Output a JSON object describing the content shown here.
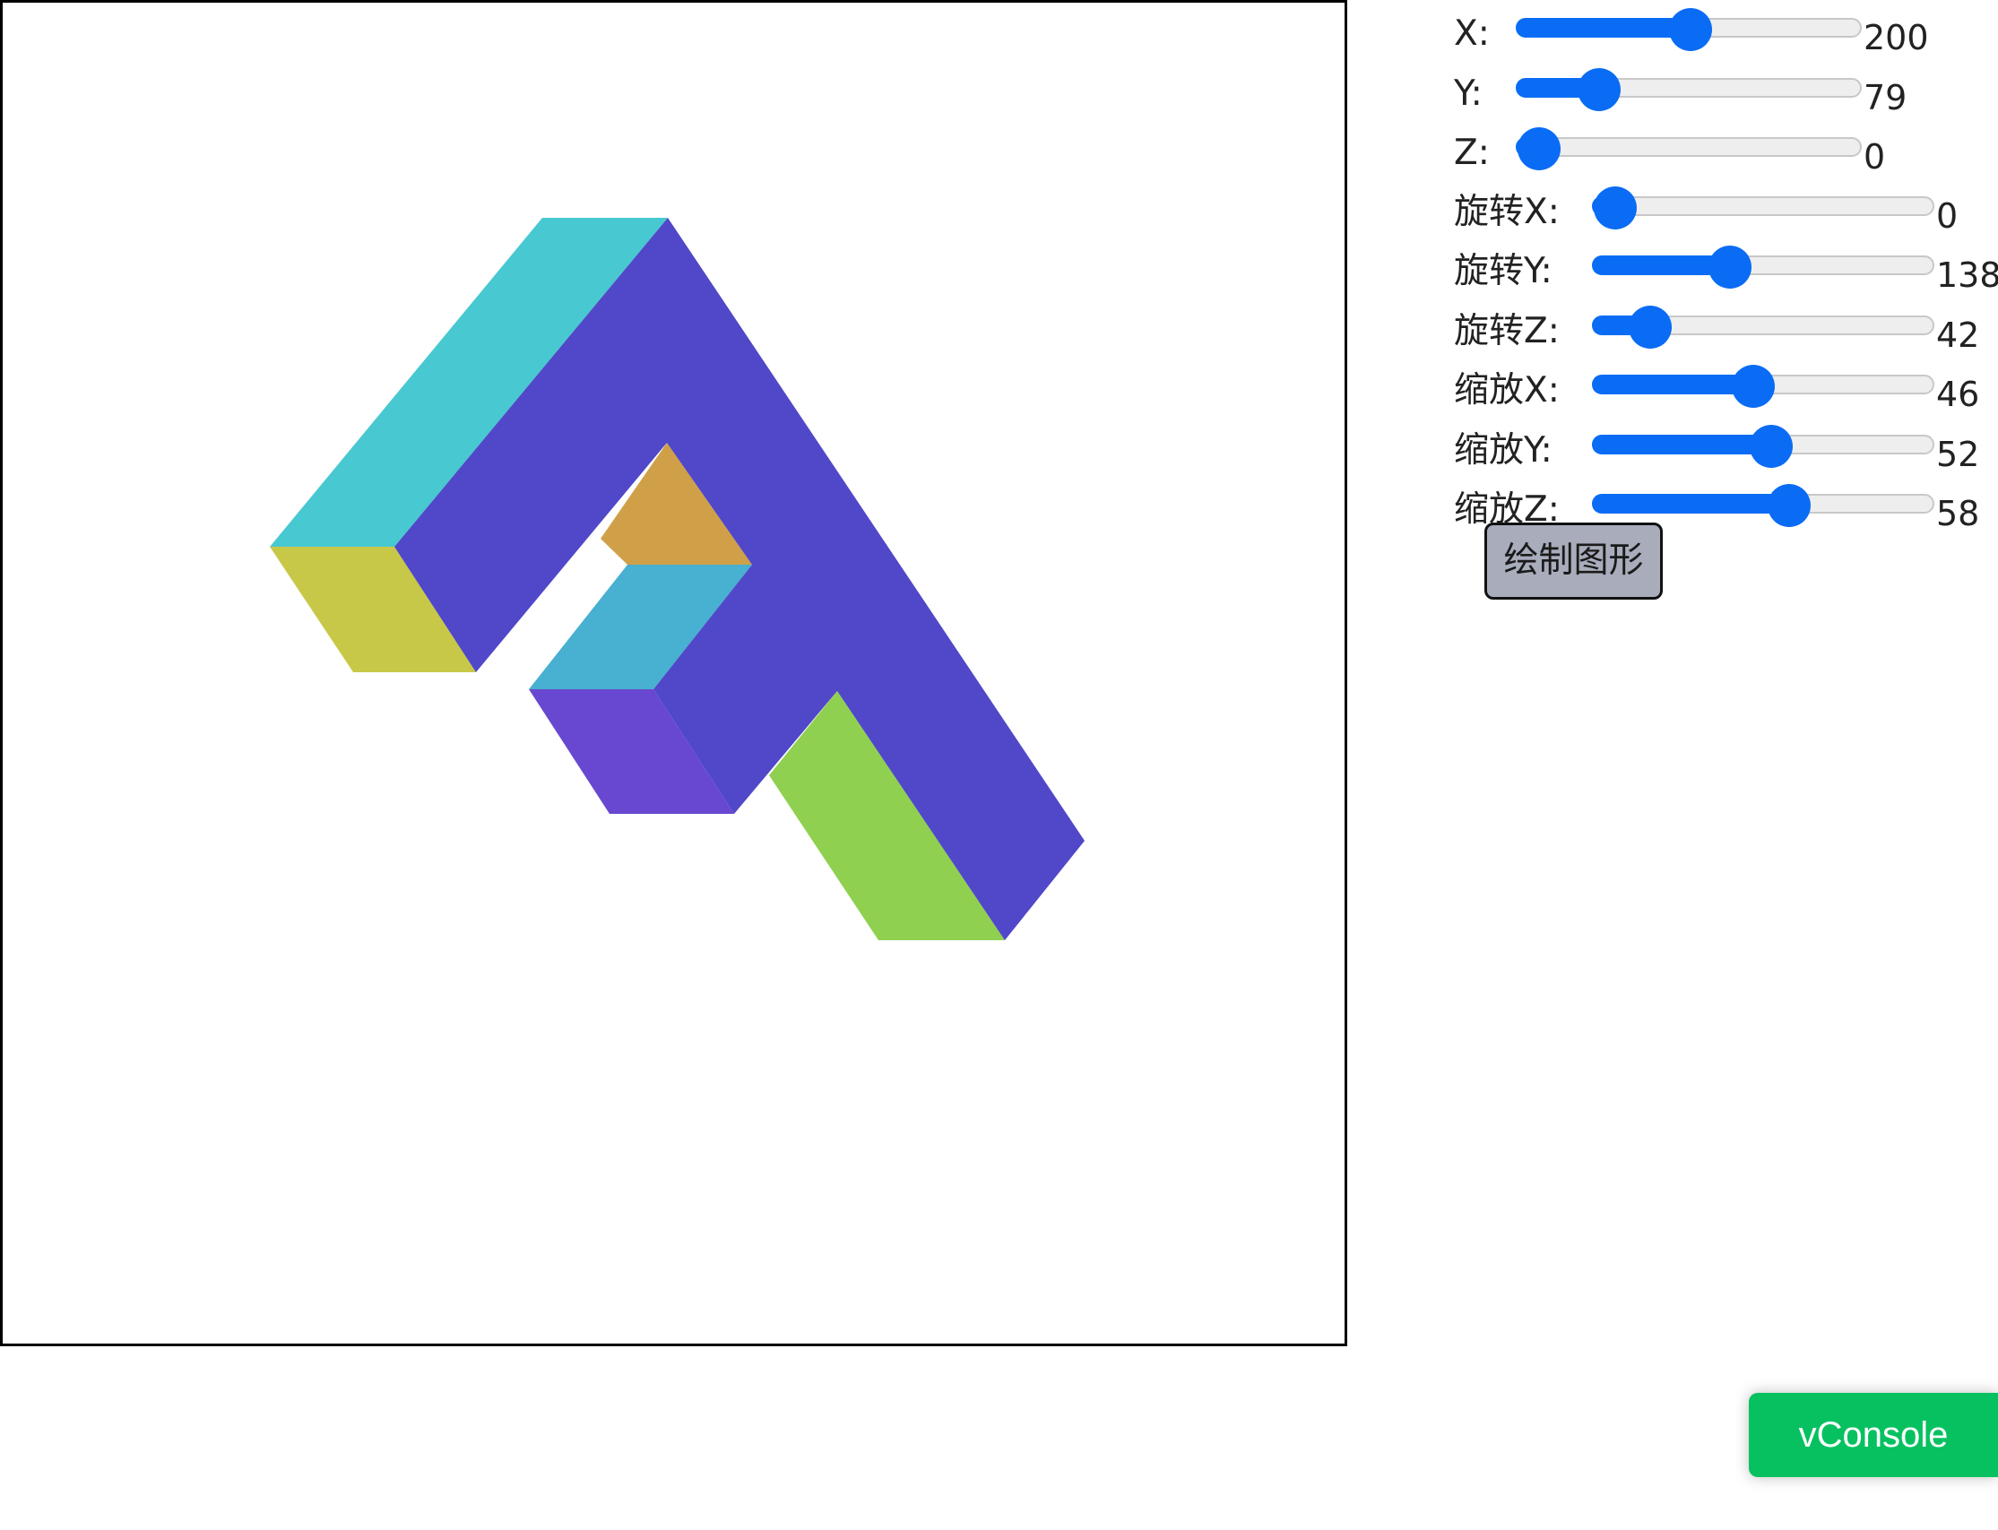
{
  "controls": [
    {
      "label": "X:",
      "value": "200",
      "min": 0,
      "max": 400
    },
    {
      "label": "Y:",
      "value": "79",
      "min": 0,
      "max": 400
    },
    {
      "label": "Z:",
      "value": "0",
      "min": 0,
      "max": 400
    },
    {
      "label": "旋转X:",
      "value": "0",
      "min": 0,
      "max": 360
    },
    {
      "label": "旋转Y:",
      "value": "138",
      "min": 0,
      "max": 360
    },
    {
      "label": "旋转Z:",
      "value": "42",
      "min": 0,
      "max": 360
    },
    {
      "label": "缩放X:",
      "value": "46",
      "min": 0,
      "max": 100
    },
    {
      "label": "缩放Y:",
      "value": "52",
      "min": 0,
      "max": 100
    },
    {
      "label": "缩放Z:",
      "value": "58",
      "min": 0,
      "max": 100
    }
  ],
  "draw_button_label": "绘制图形",
  "vconsole_label": "vConsole",
  "colors": {
    "slider_accent": "#0a6cf5",
    "draw_button_bg": "#a9acbb",
    "vconsole_bg": "#07c160",
    "shape_front": "#5048c8",
    "shape_top_left": "#48c8d0",
    "shape_left_bottom": "#c8c848",
    "shape_inner_top": "#d0a048",
    "shape_inner_ledge": "#48b0d0",
    "shape_inner_side": "#6848d0",
    "shape_bottom_right": "#90d050"
  }
}
